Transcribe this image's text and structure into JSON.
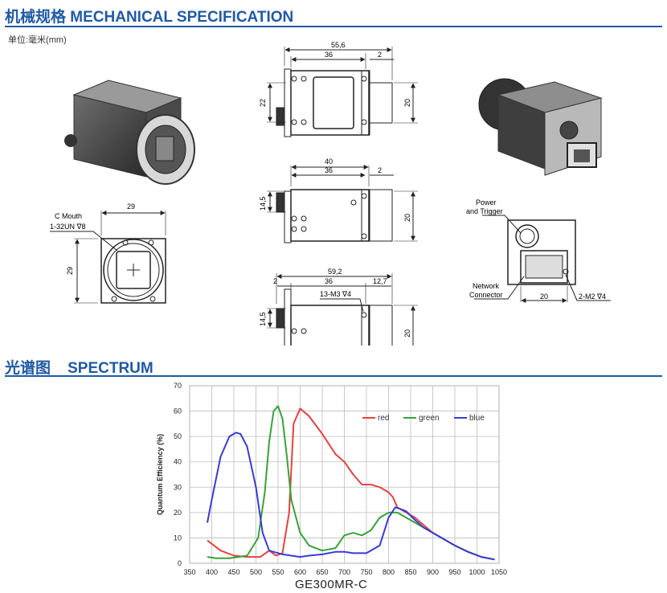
{
  "mechanical": {
    "title": "机械规格 MECHANICAL SPECIFICATION",
    "unit": "单位:毫米(mm)"
  },
  "top_view": {
    "overall": "55,6",
    "body": "36",
    "flange": "2",
    "left_height": "22",
    "right_height": "20"
  },
  "middle_view": {
    "overall": "40",
    "body": "36",
    "flange": "2",
    "left_height": "14,5",
    "right_height": "20"
  },
  "bottom_view": {
    "overall": "59,2",
    "left_margin": "2",
    "body": "36",
    "right_margin": "12,7",
    "hole_label": "13-M3 ∇4",
    "left_height": "14,5",
    "right_height": "20"
  },
  "front_view": {
    "mount_label_1": "C Mouth",
    "mount_label_2": "1-32UN ∇8",
    "width": "29",
    "height": "29"
  },
  "rear_view": {
    "power_label_1": "Power",
    "power_label_2": "and Trigger",
    "network_label_1": "Network",
    "network_label_2": "Connector",
    "width": "20",
    "hole_label": "2-M2 ∇4"
  },
  "spectrum": {
    "title": "光谱图    SPECTRUM",
    "caption": "GE300MR-C"
  },
  "chart_data": {
    "type": "line",
    "title": "",
    "xlabel": "",
    "ylabel": "Quantum Efficiency (%)",
    "xlim": [
      350,
      1050
    ],
    "ylim": [
      0,
      70
    ],
    "xticks": [
      350,
      400,
      450,
      500,
      550,
      600,
      650,
      700,
      750,
      800,
      850,
      900,
      950,
      1000,
      1050
    ],
    "yticks": [
      0,
      10,
      20,
      30,
      40,
      50,
      60,
      70
    ],
    "grid": true,
    "legend": "top-right",
    "series": [
      {
        "name": "red",
        "color": "#e8413c",
        "x": [
          390,
          420,
          450,
          480,
          510,
          530,
          545,
          560,
          575,
          585,
          600,
          620,
          650,
          680,
          700,
          720,
          740,
          760,
          780,
          800,
          810,
          820,
          840,
          860,
          880,
          900,
          920,
          950,
          980,
          1010,
          1040
        ],
        "y": [
          9,
          5,
          3,
          2.5,
          2.5,
          5,
          3,
          4,
          20,
          55,
          61,
          58,
          51,
          43,
          40,
          35,
          31,
          31,
          30,
          28,
          26,
          22,
          20,
          18,
          15,
          12,
          10,
          7,
          4.5,
          2.5,
          1.5
        ]
      },
      {
        "name": "green",
        "color": "#35a436",
        "x": [
          390,
          410,
          440,
          480,
          505,
          520,
          530,
          540,
          550,
          560,
          570,
          580,
          600,
          620,
          650,
          680,
          700,
          720,
          740,
          760,
          780,
          800,
          820,
          840,
          860,
          880,
          900,
          920,
          950,
          980,
          1010,
          1040
        ],
        "y": [
          2.5,
          2,
          2,
          3,
          10,
          28,
          48,
          60,
          62,
          57,
          42,
          25,
          12,
          7,
          5,
          6,
          11,
          12,
          11,
          13,
          18,
          20,
          20,
          18,
          16,
          14,
          12,
          10,
          7,
          4.5,
          2.5,
          1.5
        ]
      },
      {
        "name": "blue",
        "color": "#3a3ad8",
        "x": [
          390,
          400,
          420,
          440,
          455,
          465,
          480,
          500,
          515,
          530,
          560,
          600,
          620,
          650,
          680,
          700,
          720,
          750,
          780,
          800,
          815,
          825,
          840,
          860,
          880,
          900,
          920,
          950,
          980,
          1010,
          1040
        ],
        "y": [
          16,
          25,
          42,
          50,
          51.5,
          51,
          46,
          30,
          12,
          5,
          3.5,
          2.5,
          3,
          3.5,
          4.5,
          4.5,
          4,
          4,
          7,
          18,
          22,
          21.5,
          20.5,
          17,
          14,
          12,
          10,
          7,
          4.5,
          2.5,
          1.5
        ]
      }
    ]
  }
}
